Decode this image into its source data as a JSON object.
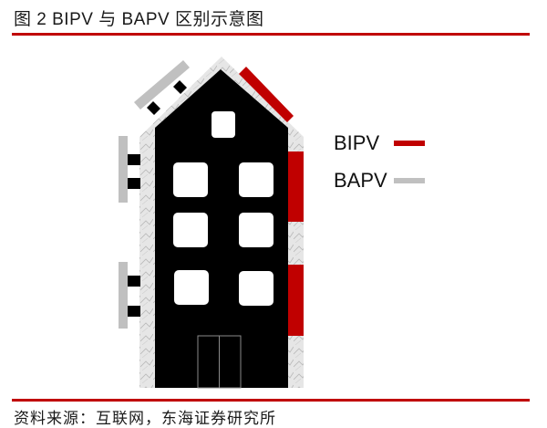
{
  "figure": {
    "title": "图 2 BIPV 与 BAPV 区别示意图",
    "source": "资料来源：互联网，东海证券研究所"
  },
  "legend": [
    {
      "label": "BIPV",
      "color": "#c00000"
    },
    {
      "label": "BAPV",
      "color": "#c0c0c0"
    }
  ],
  "colors": {
    "accent_red": "#c00000",
    "panel_gray": "#c0c0c0",
    "building": "#000000",
    "marble": "#e4e4e4",
    "window": "#ffffff"
  },
  "diagram": {
    "building": {
      "windows": 7,
      "door_panels": 2
    },
    "bipv_elements": [
      "roof-right-segment",
      "facade-strip-upper",
      "facade-strip-lower"
    ],
    "bapv_elements": [
      "roof-mounted-panel",
      "wall-panel-upper",
      "wall-panel-lower"
    ]
  }
}
